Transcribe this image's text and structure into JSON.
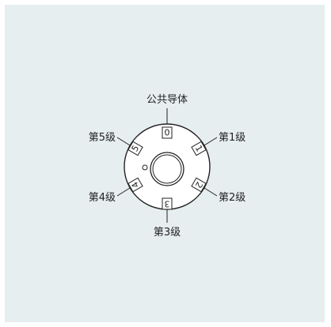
{
  "diagram": {
    "labels": {
      "common": "公共导体",
      "level1": "第1级",
      "level2": "第2级",
      "level3": "第3级",
      "level4": "第4级",
      "level5": "第5级"
    },
    "positions": {
      "p0": "0",
      "p1": "1",
      "p2": "2",
      "p3": "3",
      "p4": "4",
      "p5": "5"
    },
    "colors": {
      "background": "#e7eef0",
      "stroke": "#222222",
      "knob_fill": "#ffffff"
    }
  }
}
